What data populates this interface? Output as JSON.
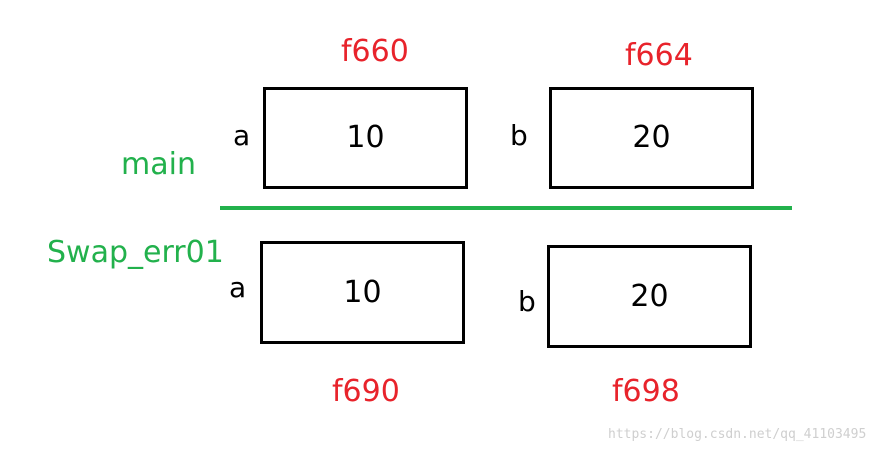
{
  "colors": {
    "address": "#e8232b",
    "frame": "#22b14c",
    "box_border": "#000000",
    "watermark": "#cfcfcf"
  },
  "frames": {
    "main": {
      "label": "main",
      "a": {
        "name": "a",
        "value": "10",
        "address": "f660"
      },
      "b": {
        "name": "b",
        "value": "20",
        "address": "f664"
      }
    },
    "swap": {
      "label": "Swap_err01",
      "a": {
        "name": "a",
        "value": "10",
        "address": "f690"
      },
      "b": {
        "name": "b",
        "value": "20",
        "address": "f698"
      }
    }
  },
  "watermark": "https://blog.csdn.net/qq_41103495"
}
